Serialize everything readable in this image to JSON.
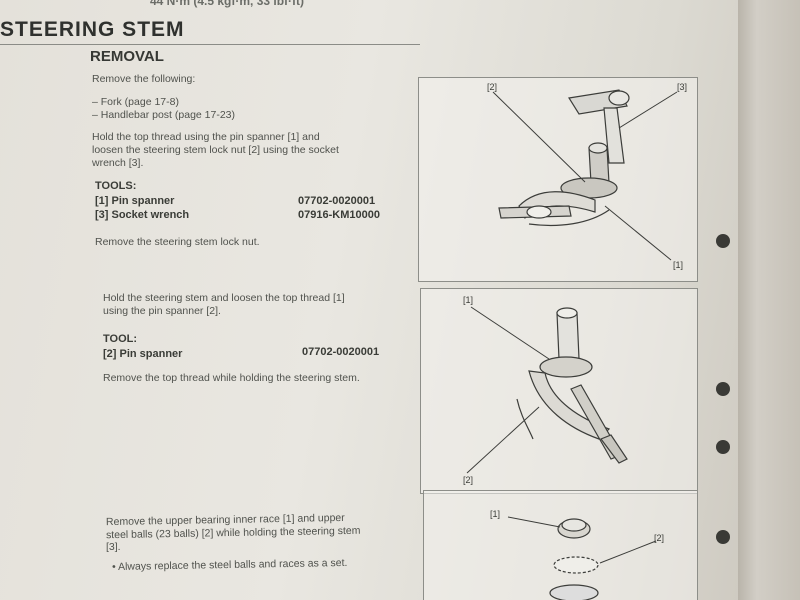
{
  "header": {
    "top_spec": "44 N·m (4.5 kgf·m, 33 lbf·ft)",
    "section_title": "STEERING STEM",
    "subheading": "REMOVAL"
  },
  "step1": {
    "intro": "Remove the following:",
    "items": [
      "– Fork (page 17-8)",
      "– Handlebar post (page 17-23)"
    ],
    "instruction_lines": [
      "Hold the top thread using the pin spanner [1] and",
      "loosen the steering stem lock nut [2] using the socket",
      "wrench [3]."
    ],
    "tools_label": "TOOLS:",
    "tools": [
      {
        "name": "[1] Pin spanner",
        "part": "07702-0020001"
      },
      {
        "name": "[3] Socket wrench",
        "part": "07916-KM10000"
      }
    ],
    "after": "Remove the steering stem lock nut."
  },
  "step2": {
    "instruction_lines": [
      "Hold the steering stem and loosen the top thread [1]",
      "using the pin spanner [2]."
    ],
    "tool_label": "TOOL:",
    "tool": {
      "name": "[2] Pin spanner",
      "part": "07702-0020001"
    },
    "after": "Remove the top thread while holding the steering stem."
  },
  "step3": {
    "instruction_lines": [
      "Remove the upper bearing inner race [1] and upper",
      "steel balls (23 balls) [2] while holding the steering stem",
      "[3]."
    ],
    "note": "• Always replace the steel balls and races as a set."
  },
  "figures": {
    "fig1": {
      "callouts": [
        "[2]",
        "[3]",
        "[1]"
      ]
    },
    "fig2": {
      "callouts": [
        "[1]",
        "[2]"
      ]
    },
    "fig3": {
      "callouts": [
        "[1]",
        "[2]"
      ]
    }
  }
}
